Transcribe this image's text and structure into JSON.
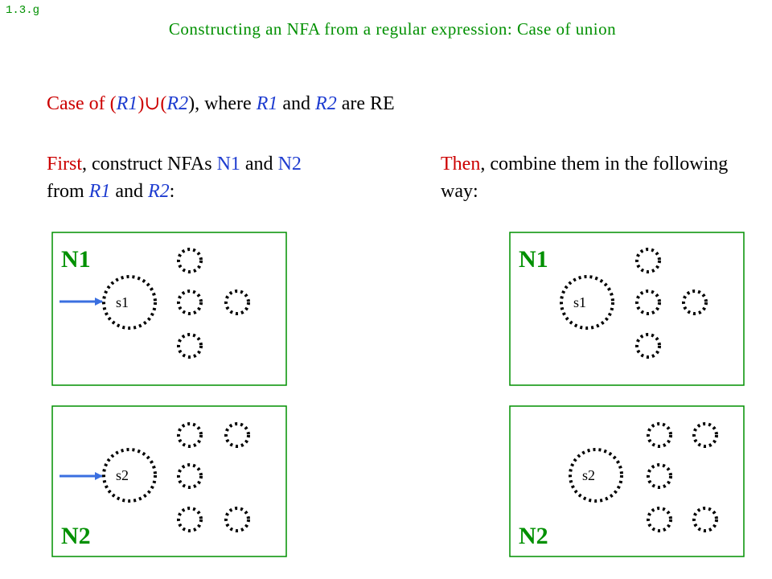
{
  "slide_number": "1.3.g",
  "title": "Constructing an NFA from a regular expression: Case of union",
  "case_line": {
    "prefix": "Case of (",
    "r1": "R1",
    "union": ")∪(",
    "r2": "R2",
    "mid1": "), where ",
    "r1b": "R1",
    "mid2": " and ",
    "r2b": "R2",
    "suffix": " are RE"
  },
  "left_text": {
    "first": "First",
    "t1": ", construct NFAs ",
    "n1": "N1",
    "t2": " and ",
    "n2": "N2",
    "t3": " from ",
    "r1": "R1",
    "t4": " and ",
    "r2": "R2",
    "t5": ":"
  },
  "right_text": {
    "then": "Then",
    "t1": ", combine them in the following way:"
  },
  "diagram": {
    "left": {
      "n1": {
        "label": "N1",
        "start_state": "s1"
      },
      "n2": {
        "label": "N2",
        "start_state": "s2"
      }
    },
    "right": {
      "n1": {
        "label": "N1",
        "start_state": "s1"
      },
      "n2": {
        "label": "N2",
        "start_state": "s2"
      }
    }
  },
  "colors": {
    "green": "#009000",
    "red": "#cc0000",
    "blue": "#1e3cd0",
    "arrow": "#3a6fe0"
  }
}
